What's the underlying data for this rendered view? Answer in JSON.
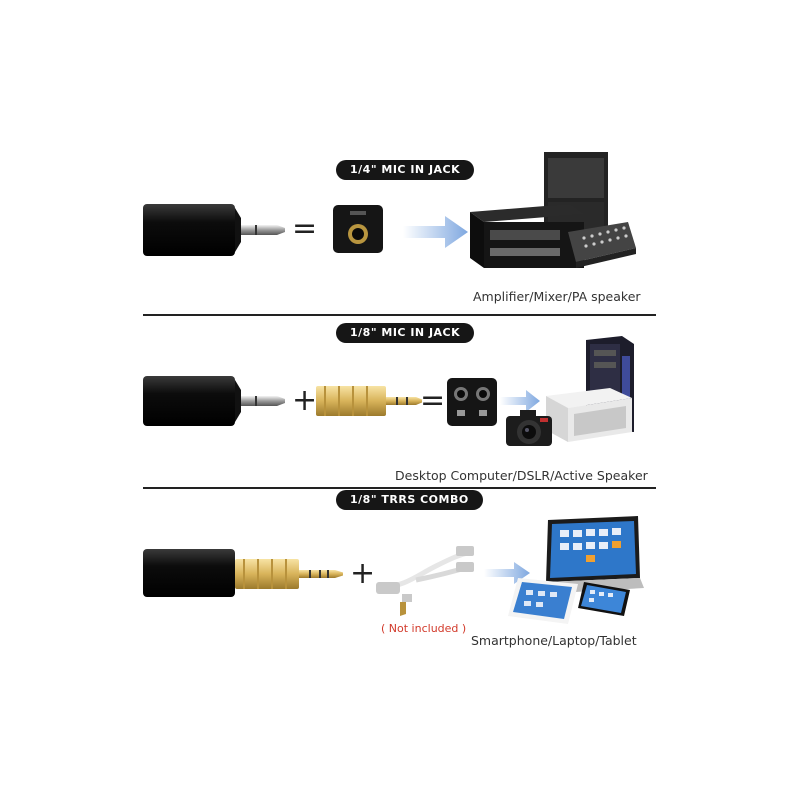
{
  "rows": [
    {
      "label": "1/4\"  MIC IN JACK",
      "caption": "Amplifier/Mixer/PA speaker",
      "operator": "="
    },
    {
      "label": "1/8\"  MIC IN JACK",
      "caption": "Desktop Computer/DSLR/Active Speaker",
      "operator_plus": "+",
      "operator_eq": "="
    },
    {
      "label": "1/8\"  TRRS COMBO",
      "caption": "Smartphone/Laptop/Tablet",
      "operator_plus": "+",
      "note": "( Not included )"
    }
  ],
  "colors": {
    "pill_bg": "#161616",
    "arrow": "#7fa8e0",
    "gold": "#d8b35a",
    "note_red": "#d23a2b"
  },
  "icons": [
    "mic-plug-icon",
    "jack-socket-icon",
    "gold-adapter-icon",
    "splitter-cable-icon",
    "arrow-icon",
    "amplifier-rack-icon",
    "desktop-tower-icon",
    "camera-icon",
    "speaker-icon",
    "laptop-icon",
    "tablet-icon",
    "smartphone-icon"
  ]
}
